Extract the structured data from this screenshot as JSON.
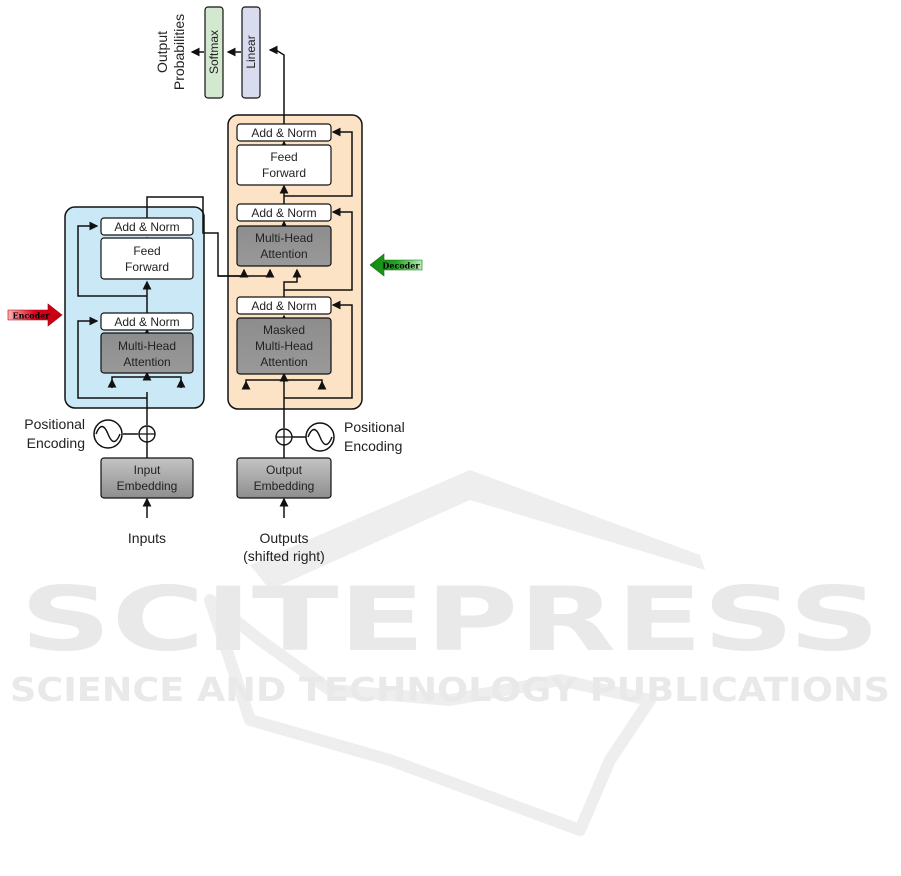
{
  "watermark": {
    "main": "SCITEPRESS",
    "sub": "SCIENCE AND TECHNOLOGY PUBLICATIONS"
  },
  "encoder": {
    "add_norm_top": "Add & Norm",
    "feed_forward_line1": "Feed",
    "feed_forward_line2": "Forward",
    "add_norm_bottom": "Add & Norm",
    "attention_line1": "Multi-Head",
    "attention_line2": "Attention",
    "tag": "Encoder"
  },
  "decoder": {
    "add_norm_top": "Add & Norm",
    "feed_forward_line1": "Feed",
    "feed_forward_line2": "Forward",
    "add_norm_mid": "Add & Norm",
    "cross_attention_line1": "Multi-Head",
    "cross_attention_line2": "Attention",
    "add_norm_bottom": "Add & Norm",
    "masked_line1": "Masked",
    "masked_line2": "Multi-Head",
    "masked_line3": "Attention",
    "tag": "Decoder"
  },
  "head": {
    "linear": "Linear",
    "softmax": "Softmax",
    "output_line1": "Output",
    "output_line2": "Probabilities"
  },
  "input_side": {
    "pe_line1": "Positional",
    "pe_line2": "Encoding",
    "embedding_line1": "Input",
    "embedding_line2": "Embedding",
    "label": "Inputs"
  },
  "output_side": {
    "pe_line1": "Positional",
    "pe_line2": "Encoding",
    "embedding_line1": "Output",
    "embedding_line2": "Embedding",
    "label_line1": "Outputs",
    "label_line2": "(shifted right)"
  },
  "colors": {
    "encoder_fill": "#cbe8f7",
    "decoder_fill": "#fde3c6",
    "attention_fill": "#8c8c8c",
    "linear_fill": "#d9dcef",
    "softmax_fill": "#d2e9d0",
    "encoder_tag": "#d9000f",
    "decoder_tag": "#1f9e1f"
  }
}
